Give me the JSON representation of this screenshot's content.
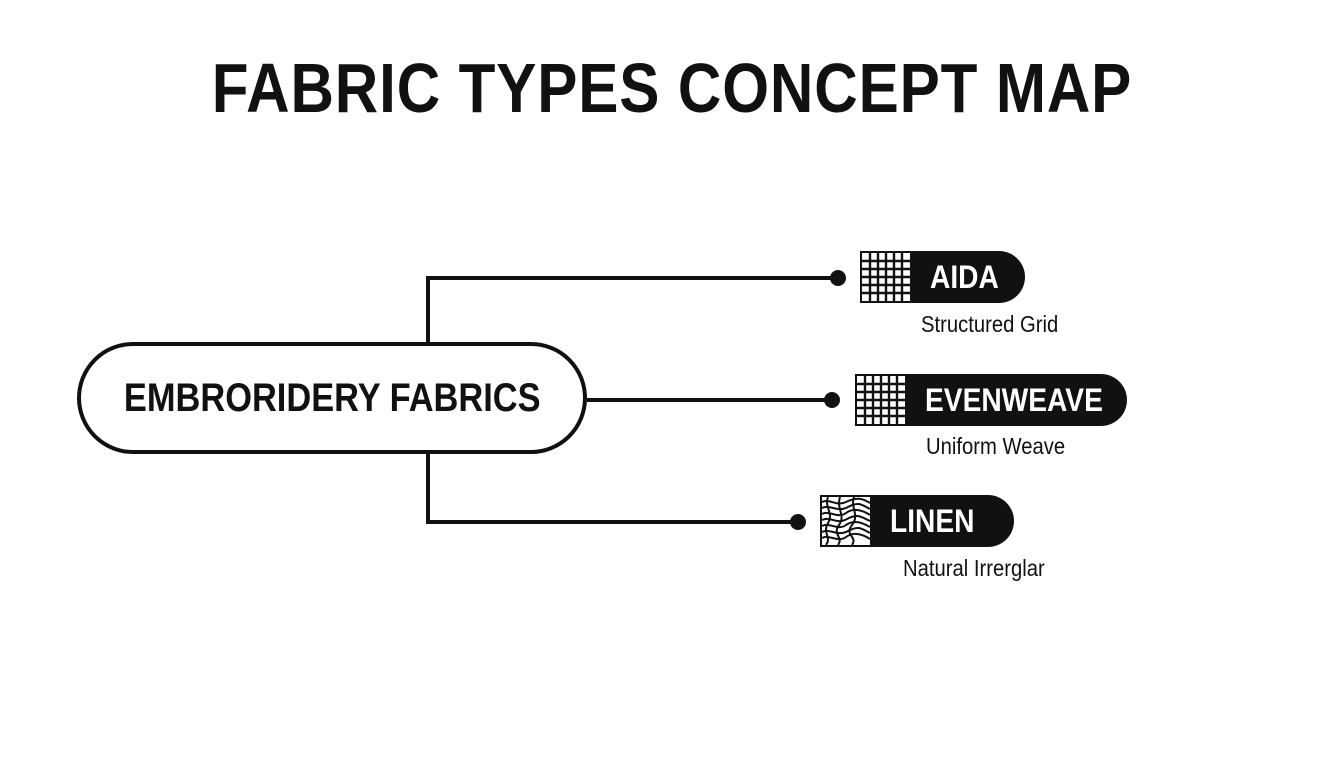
{
  "title": "FABRIC TYPES CONCEPT MAP",
  "root": {
    "label": "EMBRORIDERY FABRICS"
  },
  "branches": [
    {
      "label": "AIDA",
      "description": "Structured Grid",
      "icon": "grid-pattern-icon"
    },
    {
      "label": "EVENWEAVE",
      "description": "Uniform Weave",
      "icon": "grid-pattern-icon"
    },
    {
      "label": "LINEN",
      "description": "Natural Irrerglar",
      "icon": "wavy-weave-icon"
    }
  ],
  "colors": {
    "ink": "#111111",
    "background": "#ffffff"
  }
}
